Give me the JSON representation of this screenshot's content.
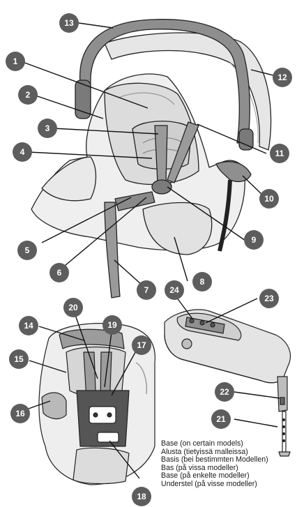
{
  "callouts": [
    {
      "n": "1"
    },
    {
      "n": "2"
    },
    {
      "n": "3"
    },
    {
      "n": "4"
    },
    {
      "n": "5"
    },
    {
      "n": "6"
    },
    {
      "n": "7"
    },
    {
      "n": "8"
    },
    {
      "n": "9"
    },
    {
      "n": "10"
    },
    {
      "n": "11"
    },
    {
      "n": "12"
    },
    {
      "n": "13"
    },
    {
      "n": "14"
    },
    {
      "n": "15"
    },
    {
      "n": "16"
    },
    {
      "n": "17"
    },
    {
      "n": "18"
    },
    {
      "n": "19"
    },
    {
      "n": "20"
    },
    {
      "n": "21"
    },
    {
      "n": "22"
    },
    {
      "n": "23"
    },
    {
      "n": "24"
    }
  ],
  "base_caption": [
    "Base (on certain models)",
    "Alusta (tietyissä malleissa)",
    "Basis (bei bestimmten Modellen)",
    "Bas (på vissa modeller)",
    "Base (på enkelte modeller)",
    "Understel (på visse modeller)"
  ],
  "colors": {
    "badge": "#5d5d5d",
    "line": "#222222",
    "fabric_light": "#e9e9e9",
    "fabric_mid": "#c9c9c9",
    "strap_dark": "#8a8a8a"
  }
}
